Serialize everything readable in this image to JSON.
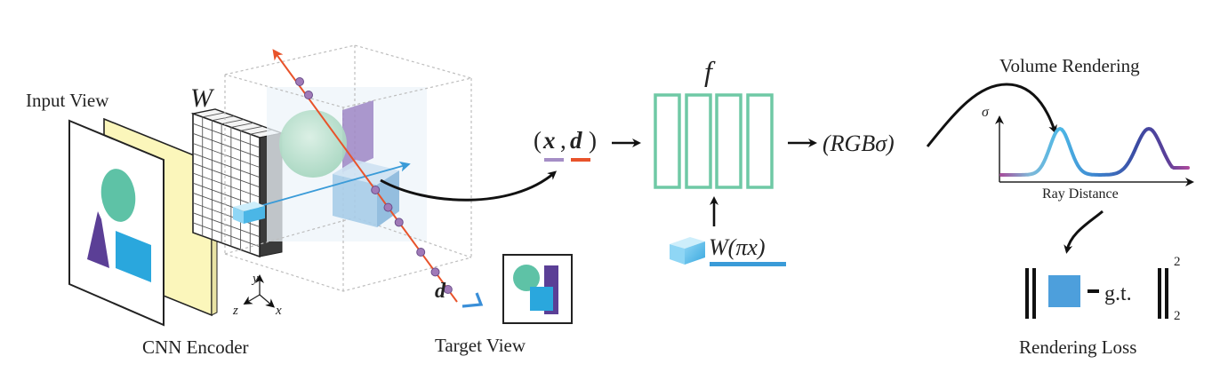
{
  "labels": {
    "input_view": "Input View",
    "cnn_encoder": "CNN Encoder",
    "feature_grid": "W",
    "target_view": "Target View",
    "ray_dir": "d",
    "axis_x": "x",
    "axis_y": "y",
    "axis_z": "z",
    "mlp": "f",
    "query_open": "(",
    "query_x": "x",
    "query_comma": ",",
    "query_d": "d",
    "query_close": ")",
    "feature_query": "W(πx)",
    "output": "(RGBσ)",
    "volume_rendering": "Volume Rendering",
    "sigma_axis": "σ",
    "ray_distance": "Ray Distance",
    "gt_label": "g.t.",
    "norm_sup": "2",
    "norm_sub": "2",
    "rendering_loss": "Rendering Loss"
  },
  "colors": {
    "ray": "#e8532b",
    "sample_point": "#a07ab8",
    "feature_ray": "#3a9bd8",
    "mlp_stroke": "#6fc9a5",
    "underline_x": "#a58ec6",
    "underline_d": "#e8532b",
    "underline_w": "#3a9bd8",
    "yellow_layer": "#fbf6bb",
    "teal_shape": "#5ec2a6",
    "blue_shape": "#2aa7dd",
    "purple_shape": "#5b3f96",
    "loss_square": "#4d9fdc"
  }
}
